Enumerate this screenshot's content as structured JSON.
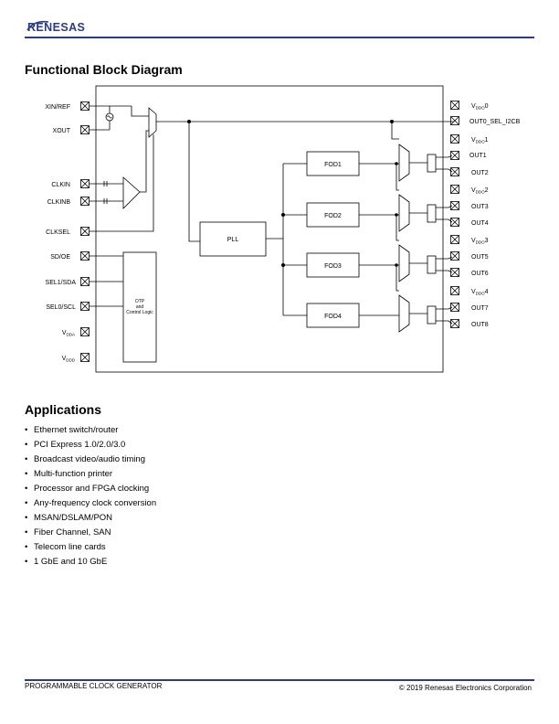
{
  "header": {
    "logo_text": "RENESAS"
  },
  "block_diagram": {
    "title": "Functional Block Diagram",
    "left_pins": {
      "xin_ref": "XIN/REF",
      "xout": "XOUT",
      "clkin": "CLKIN",
      "clkinb": "CLKINB",
      "clksel": "CLKSEL",
      "sd_oe": "SD/OE",
      "sel1_sda": "SEL1/SDA",
      "sel0_scl": "SEL0/SCL",
      "vdda_main": "V",
      "vdda_sub": "DDA",
      "vddd_main": "V",
      "vddd_sub": "DDD"
    },
    "right_pins": {
      "vddo0_main": "V",
      "vddo0_sub": "DDO",
      "vddo0_num": "0",
      "out0": "OUT0_SEL_I2CB",
      "vddo1_main": "V",
      "vddo1_sub": "DDO",
      "vddo1_num": "1",
      "out1": "OUT1",
      "out2": "OUT2",
      "vddo2_main": "V",
      "vddo2_sub": "DDO",
      "vddo2_num": "2",
      "out3": "OUT3",
      "out4": "OUT4",
      "vddo3_main": "V",
      "vddo3_sub": "DDO",
      "vddo3_num": "3",
      "out5": "OUT5",
      "out6": "OUT6",
      "vddo4_main": "V",
      "vddo4_sub": "DDO",
      "vddo4_num": "4",
      "out7": "OUT7",
      "out8": "OUT8"
    },
    "blocks": {
      "pll": "PLL",
      "fod1": "FOD1",
      "fod2": "FOD2",
      "fod3": "FOD3",
      "fod4": "FOD4",
      "otp_line1": "OTP",
      "otp_line2": "and",
      "otp_line3": "Control Logic"
    }
  },
  "applications": {
    "title": "Applications",
    "items": [
      "Ethernet switch/router",
      "PCI Express 1.0/2.0/3.0",
      "Broadcast video/audio timing",
      "Multi-function printer",
      "Processor and FPGA clocking",
      "Any-frequency clock conversion",
      "MSAN/DSLAM/PON",
      "Fiber Channel, SAN",
      "Telecom line cards",
      "1 GbE and 10 GbE"
    ]
  },
  "footer": {
    "left": "PROGRAMMABLE CLOCK GENERATOR",
    "right": "© 2019 Renesas Electronics Corporation"
  }
}
